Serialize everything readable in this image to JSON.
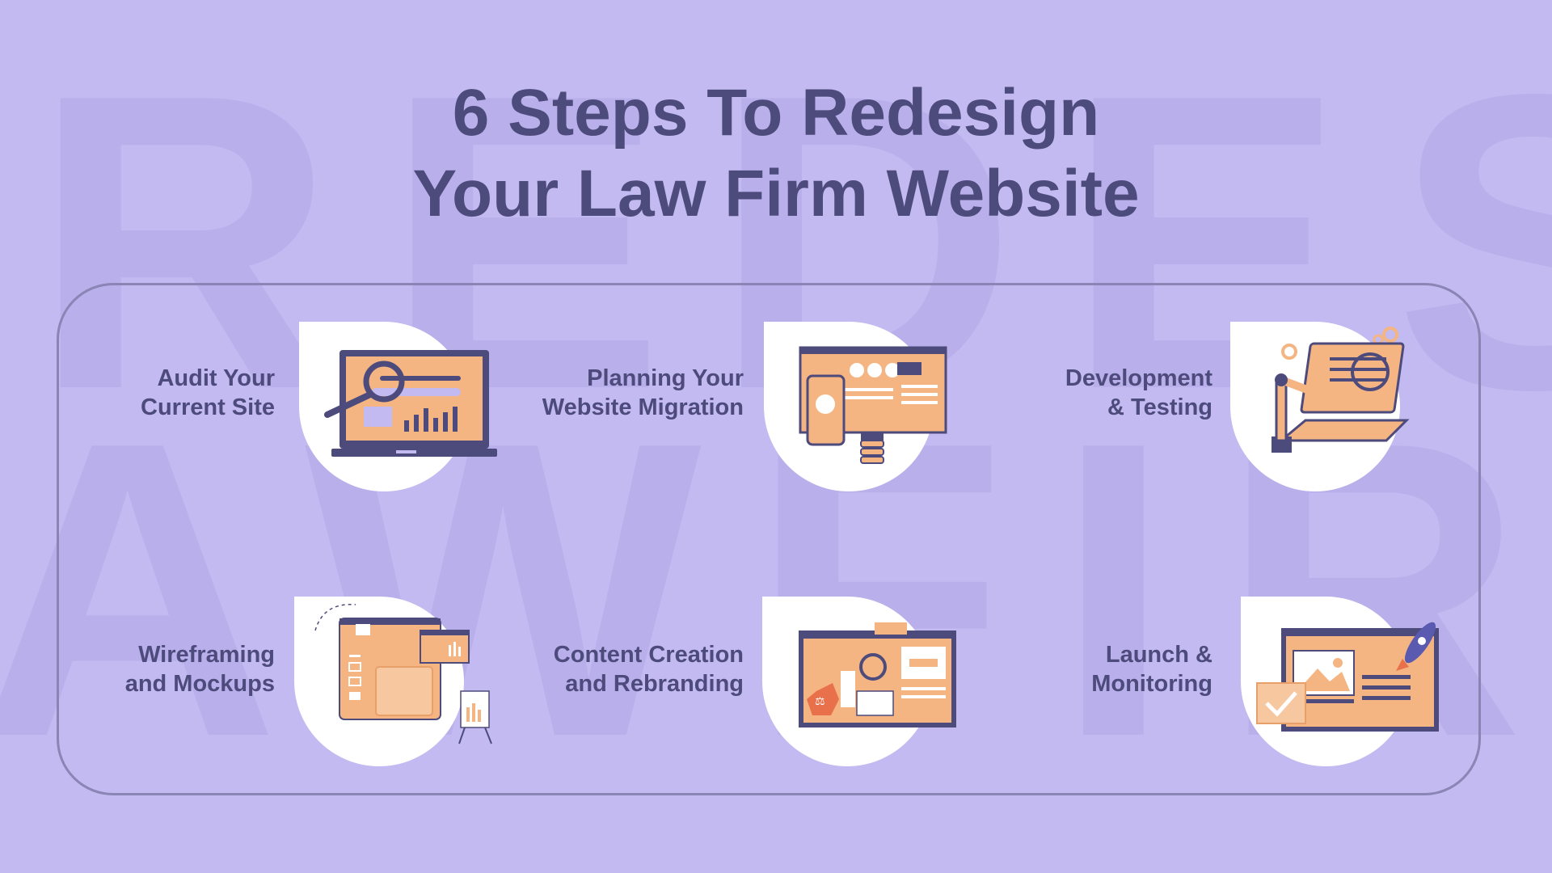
{
  "background_word": "REDESIGN LAW FIRM",
  "title": {
    "line1": "6 Steps To Redesign",
    "line2": "Your Law Firm Website"
  },
  "colors": {
    "background": "#c2baf0",
    "title": "#4d4a7c",
    "tile": "#ffffff",
    "illustration_fill": "#f4b583",
    "illustration_outline": "#4d4a7c"
  },
  "steps": [
    {
      "line1": "Audit Your",
      "line2": "Current Site",
      "icon": "laptop-magnifier-icon"
    },
    {
      "line1": "Planning Your",
      "line2": "Website Migration",
      "icon": "website-migration-icon"
    },
    {
      "line1": "Development",
      "line2": "& Testing",
      "icon": "robot-arm-laptop-icon"
    },
    {
      "line1": "Wireframing",
      "line2": "and Mockups",
      "icon": "wireframe-mockup-icon"
    },
    {
      "line1": "Content Creation",
      "line2": "and Rebranding",
      "icon": "content-rebrand-icon"
    },
    {
      "line1": "Launch &",
      "line2": "Monitoring",
      "icon": "rocket-launch-icon"
    }
  ]
}
